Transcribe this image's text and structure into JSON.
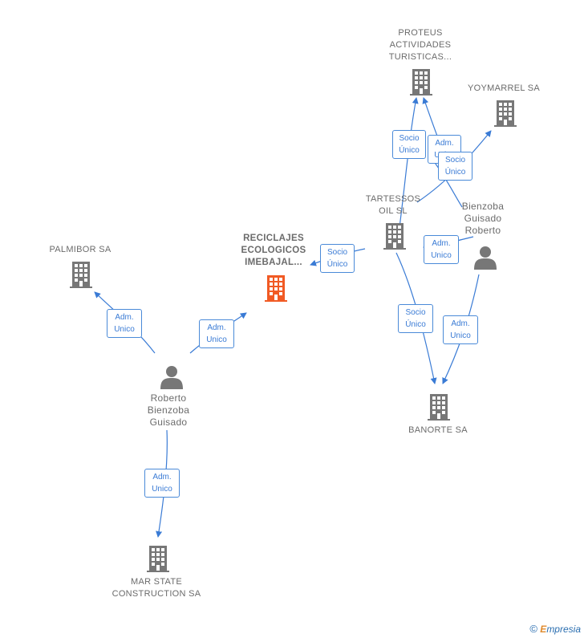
{
  "colors": {
    "edge": "#3a7bd5",
    "building": "#777777",
    "building_main": "#f15a24",
    "person": "#777777",
    "label": "#6b6b6b"
  },
  "nodes": {
    "proteus": {
      "lines": [
        "PROTEUS",
        "ACTIVIDADES",
        "TURISTICAS..."
      ],
      "icon": "building-icon"
    },
    "yoymarrel": {
      "lines": [
        "YOYMARREL SA"
      ],
      "icon": "building-icon"
    },
    "tartessos": {
      "lines": [
        "TARTESSOS",
        "OIL SL"
      ],
      "icon": "building-icon"
    },
    "bienzoba_person": {
      "lines": [
        "Bienzoba",
        "Guisado",
        "Roberto"
      ],
      "icon": "person-icon"
    },
    "reciclajes": {
      "lines": [
        "RECICLAJES",
        "ECOLOGICOS",
        "IMEBAJAL..."
      ],
      "icon": "building-icon"
    },
    "palmibor": {
      "lines": [
        "PALMIBOR SA"
      ],
      "icon": "building-icon"
    },
    "roberto_person": {
      "lines": [
        "Roberto",
        "Bienzoba",
        "Guisado"
      ],
      "icon": "person-icon"
    },
    "banorte": {
      "lines": [
        "BANORTE SA"
      ],
      "icon": "building-icon"
    },
    "mar_state": {
      "lines": [
        "MAR STATE",
        "CONSTRUCTION SA"
      ],
      "icon": "building-icon"
    }
  },
  "edges": {
    "tartessos_proteus_socio": [
      "Socio",
      "Único"
    ],
    "tartessos_proteus_adm": [
      "Adm.",
      "Unico"
    ],
    "tartessos_yoymarrel_socio": [
      "Socio",
      "Único"
    ],
    "tartessos_reciclajes_socio": [
      "Socio",
      "Único"
    ],
    "bienzoba_tartessos_adm": [
      "Adm.",
      "Unico"
    ],
    "tartessos_banorte_socio": [
      "Socio",
      "Único"
    ],
    "bienzoba_banorte_adm": [
      "Adm.",
      "Unico"
    ],
    "roberto_palmibor_adm": [
      "Adm.",
      "Unico"
    ],
    "roberto_reciclajes_adm": [
      "Adm.",
      "Unico"
    ],
    "roberto_marstate_adm": [
      "Adm.",
      "Unico"
    ]
  },
  "footer": {
    "copyright_symbol": "©",
    "brand_initial": "E",
    "brand_rest": "mpresia"
  }
}
